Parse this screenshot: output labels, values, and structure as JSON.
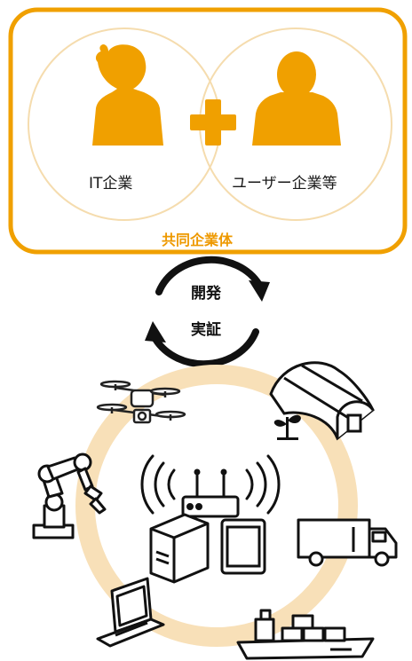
{
  "consortium": {
    "it_company_label": "IT企業",
    "user_company_label": "ユーザー企業等",
    "consortium_label": "共同企業体"
  },
  "cycle": {
    "line1": "開発",
    "line2": "実証"
  },
  "colors": {
    "accent": "#f0a000",
    "person": "#f0a000",
    "ring": "#f8e0b8",
    "circle_outline": "#f5dcae",
    "line": "#111111"
  },
  "devices": {
    "icons": [
      "drone-icon",
      "greenhouse-icon",
      "robot-arm-icon",
      "router-icon",
      "server-icon",
      "tablet-icon",
      "truck-icon",
      "laptop-icon",
      "ship-icon"
    ]
  }
}
